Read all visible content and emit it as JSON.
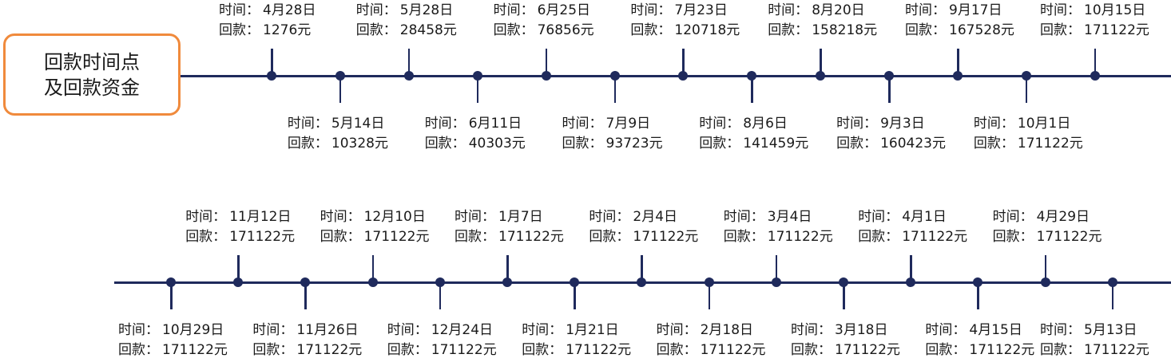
{
  "title_box": {
    "line1": "回款时间点",
    "line2": "及回款资金"
  },
  "time_label": "时间：",
  "amount_label": "回款：",
  "rows": [
    {
      "events": [
        {
          "date": "4月28日",
          "amount": "1276元"
        },
        {
          "date": "5月14日",
          "amount": "10328元"
        },
        {
          "date": "5月28日",
          "amount": "28458元"
        },
        {
          "date": "6月11日",
          "amount": "40303元"
        },
        {
          "date": "6月25日",
          "amount": "76856元"
        },
        {
          "date": "7月9日",
          "amount": "93723元"
        },
        {
          "date": "7月23日",
          "amount": "120718元"
        },
        {
          "date": "8月6日",
          "amount": "141459元"
        },
        {
          "date": "8月20日",
          "amount": "158218元"
        },
        {
          "date": "9月3日",
          "amount": "160423元"
        },
        {
          "date": "9月17日",
          "amount": "167528元"
        },
        {
          "date": "10月1日",
          "amount": "171122元"
        },
        {
          "date": "10月15日",
          "amount": "171122元"
        }
      ]
    },
    {
      "events": [
        {
          "date": "10月29日",
          "amount": "171122元"
        },
        {
          "date": "11月12日",
          "amount": "171122元"
        },
        {
          "date": "11月26日",
          "amount": "171122元"
        },
        {
          "date": "12月10日",
          "amount": "171122元"
        },
        {
          "date": "12月24日",
          "amount": "171122元"
        },
        {
          "date": "1月7日",
          "amount": "171122元"
        },
        {
          "date": "1月21日",
          "amount": "171122元"
        },
        {
          "date": "2月4日",
          "amount": "171122元"
        },
        {
          "date": "2月18日",
          "amount": "171122元"
        },
        {
          "date": "3月4日",
          "amount": "171122元"
        },
        {
          "date": "3月18日",
          "amount": "171122元"
        },
        {
          "date": "4月1日",
          "amount": "171122元"
        },
        {
          "date": "4月15日",
          "amount": "171122元"
        },
        {
          "date": "4月29日",
          "amount": "171122元"
        },
        {
          "date": "5月13日",
          "amount": "171122元"
        }
      ]
    }
  ]
}
